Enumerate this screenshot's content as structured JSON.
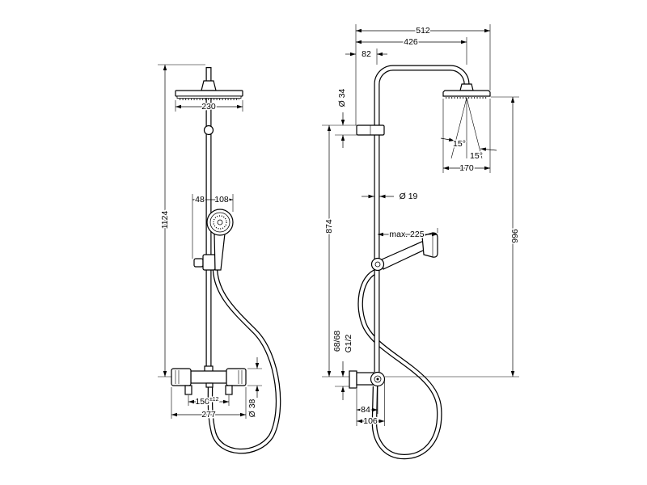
{
  "colors": {
    "line": "#000000",
    "background": "#ffffff"
  },
  "left_view": {
    "head_width": "230",
    "overall_height": "1124",
    "holder_offset": "48",
    "hand_shower_diameter": "108",
    "inlet_spacing": "150",
    "inlet_spacing_tolerance": "±12",
    "thermostat_width": "277",
    "thermostat_diameter": "Ø 38"
  },
  "right_view": {
    "overall_projection": "512",
    "head_projection": "426",
    "riser_wall_distance": "82",
    "bracket_diameter": "Ø 34",
    "bracket_height": "874",
    "spray_angle_left": "15°",
    "spray_angle_right": "15°",
    "head_diameter": "170",
    "riser_diameter": "Ø 19",
    "hand_shower_reach": "max. 225",
    "head_height": "996",
    "connection_spacing": "68/68",
    "connection_thread": "G1/2",
    "thermostat_depth": "84",
    "knob_depth": "106"
  }
}
